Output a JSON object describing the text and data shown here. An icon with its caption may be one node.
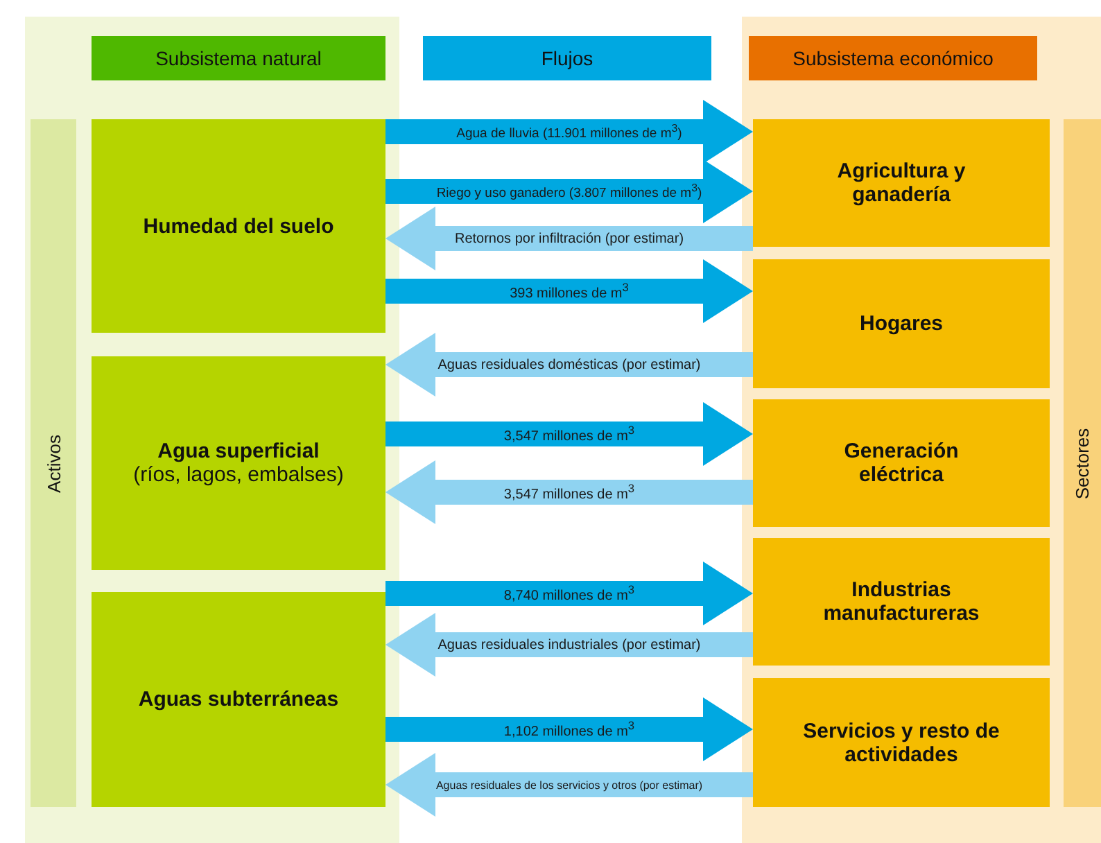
{
  "diagram": {
    "nodes": [
      {
        "text": [
          "Subsistema natural"
        ]
      },
      {
        "text": [
          "Flujos"
        ]
      },
      {
        "text": [
          "Subsistema económico"
        ]
      },
      {
        "text": [
          "Activos"
        ]
      },
      {
        "text": [
          "Humedad del suelo"
        ]
      },
      {
        "text": [
          "Agua superficial",
          "(ríos, lagos, embalses)"
        ]
      },
      {
        "text": [
          "Aguas subterráneas"
        ]
      },
      {
        "text": [
          "Agricultura y ganadería"
        ]
      },
      {
        "text": [
          "Hogares"
        ]
      },
      {
        "text": [
          "Generación eléctrica"
        ]
      },
      {
        "text": [
          "Industrias manufactureras"
        ]
      },
      {
        "text": [
          "Servicios y resto de actividades"
        ]
      },
      {
        "text": [
          "Sectores"
        ]
      }
    ],
    "edges": [
      {
        "from": 4,
        "to": 7,
        "arrow": "to",
        "label": "Agua de lluvia (11.901 millones de m$^{3}$)"
      },
      {
        "from": 4,
        "to": 7,
        "arrow": "to",
        "label": "Riego y uso ganadero (3.807 millones de m$^{3}$)"
      },
      {
        "from": 7,
        "to": 4,
        "arrow": "to",
        "label": "Retornos por infiltración (por estimar)",
        "color": "#8fd3f1"
      },
      {
        "from": 4,
        "to": 8,
        "arrow": "to",
        "label": "393 millones de m$^{3}$"
      },
      {
        "from": 8,
        "to": 5,
        "arrow": "to",
        "label": "Aguas residuales domésticas (por estimar)",
        "color": "#8fd3f1"
      },
      {
        "from": 5,
        "to": 9,
        "arrow": "to",
        "label": "3,547 millones de m$^{3}$"
      },
      {
        "from": 9,
        "to": 5,
        "arrow": "to",
        "label": "3,547 millones de m$^{3}$",
        "color": "#8fd3f1"
      },
      {
        "from": 6,
        "to": 10,
        "arrow": "to",
        "label": "8,740 millones de m$^{3}$"
      },
      {
        "from": 10,
        "to": 6,
        "arrow": "to",
        "label": "Aguas residuales industriales (por estimar)",
        "color": "#8fd3f1"
      },
      {
        "from": 6,
        "to": 11,
        "arrow": "to",
        "label": "1,102 millones de m$^{3}$"
      },
      {
        "from": 11,
        "to": 6,
        "arrow": "to",
        "label": "Aguas residuales de los servicios y otros (por estimar)",
        "color": "#8fd3f1"
      }
    ]
  }
}
